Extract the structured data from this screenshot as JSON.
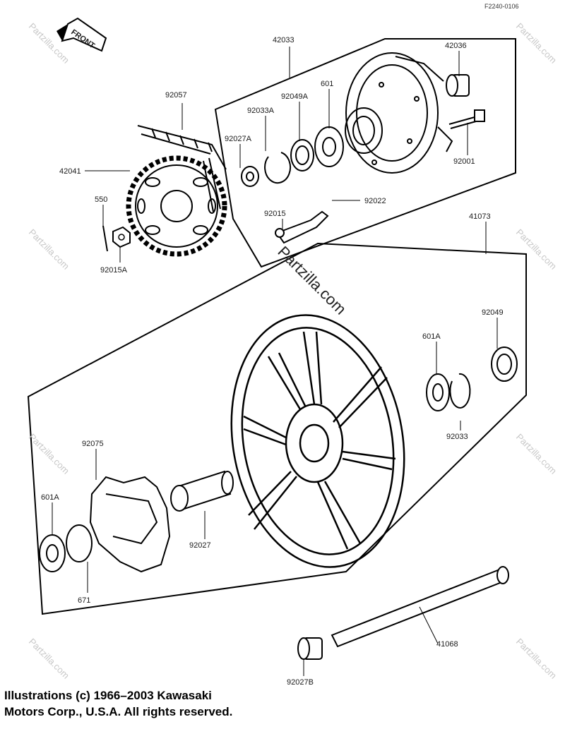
{
  "diagram": {
    "figure_code": "F2240-0106",
    "front_label": "FRONT",
    "watermark": "Partzilla.com",
    "copyright": {
      "line1": "Illustrations (c) 1966–2003 Kawasaki",
      "line2": "Motors Corp., U.S.A.  All rights reserved."
    },
    "labels": {
      "p42033": "42033",
      "p42036": "42036",
      "p601": "601",
      "p92049A": "92049A",
      "p92033A": "92033A",
      "p92027A": "92027A",
      "p92001": "92001",
      "p92057": "92057",
      "p42041": "42041",
      "p550": "550",
      "p92015": "92015",
      "p92022": "92022",
      "p92015A": "92015A",
      "p41073": "41073",
      "p92049": "92049",
      "p601A_right": "601A",
      "p92033": "92033",
      "p92075": "92075",
      "p601A_left": "601A",
      "p92027": "92027",
      "p671": "671",
      "p41068": "41068",
      "p92027B": "92027B"
    }
  }
}
